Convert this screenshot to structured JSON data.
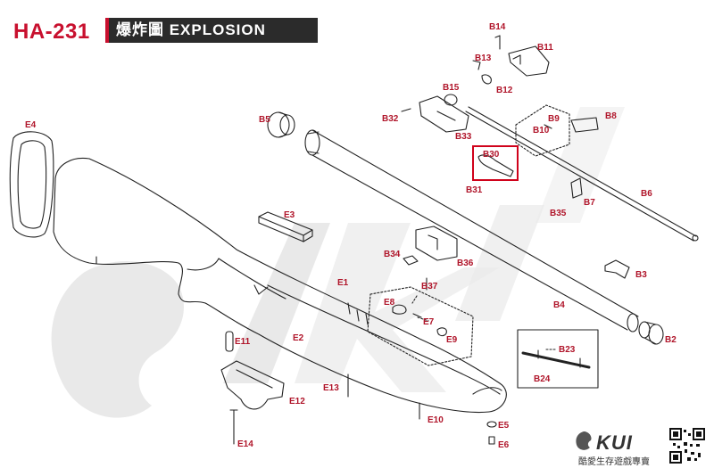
{
  "header": {
    "model": "HA-231",
    "title": "爆炸圖 EXPLOSION"
  },
  "brand": {
    "logo": "KUI",
    "tagline": "酷愛生存遊戲專賣"
  },
  "highlight_color": "#d0021b",
  "label_color": "#b0152a",
  "parts": {
    "E4": "E4",
    "E3": "E3",
    "E1": "E1",
    "E2": "E2",
    "E8": "E8",
    "E7": "E7",
    "E9": "E9",
    "E10": "E10",
    "E11": "E11",
    "E12": "E12",
    "E13": "E13",
    "E14": "E14",
    "E5": "E5",
    "E6": "E6",
    "B2": "B2",
    "B3": "B3",
    "B4": "B4",
    "B5": "B5",
    "B6": "B6",
    "B7": "B7",
    "B8": "B8",
    "B9": "B9",
    "B10": "B10",
    "B11": "B11",
    "B12": "B12",
    "B13": "B13",
    "B14": "B14",
    "B15": "B15",
    "B23": "B23",
    "B24": "B24",
    "B30": "B30",
    "B31": "B31",
    "B32": "B32",
    "B33": "B33",
    "B34": "B34",
    "B35": "B35",
    "B36": "B36",
    "B37": "B37"
  }
}
